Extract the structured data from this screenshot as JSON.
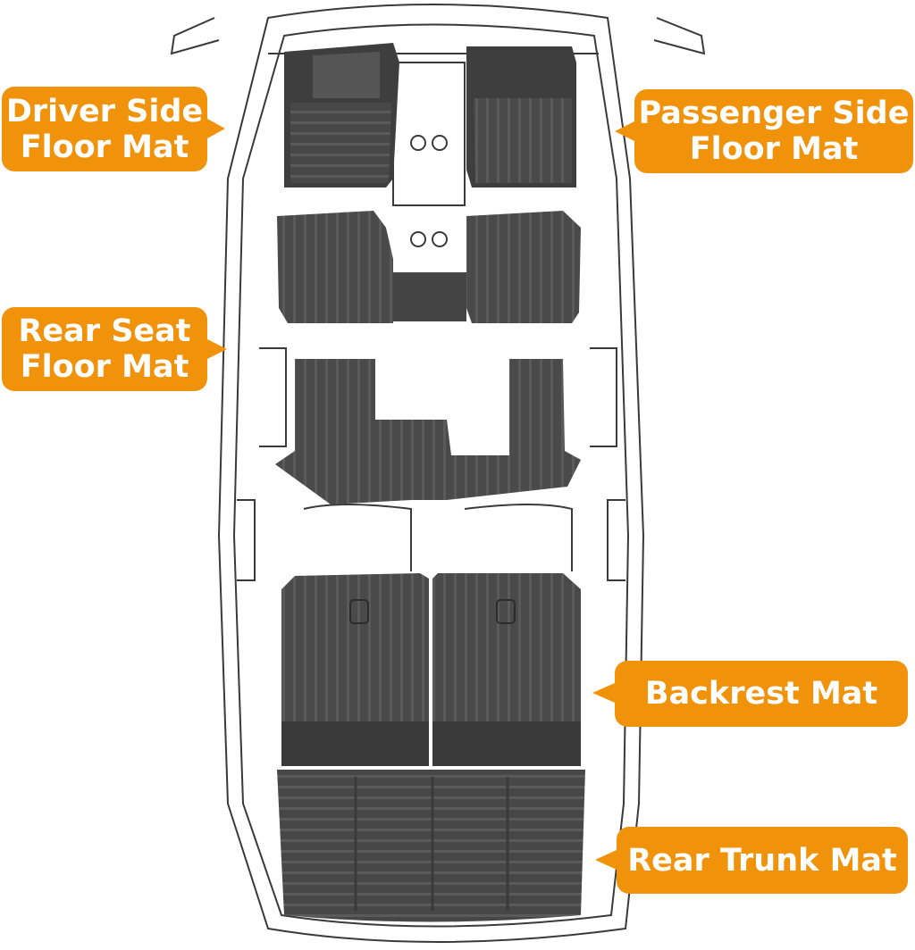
{
  "colors": {
    "callout": "#F0920A",
    "mat": "#4a4a4a",
    "mat_dark": "#353535",
    "mat_rib": "#5d5d5d",
    "outline": "#3a3a3a"
  },
  "callouts": {
    "driver": {
      "line1": "Driver Side",
      "line2": "Floor Mat"
    },
    "passenger": {
      "line1": "Passenger Side",
      "line2": "Floor Mat"
    },
    "rear_seat": {
      "line1": "Rear Seat",
      "line2": "Floor Mat"
    },
    "backrest": {
      "line1": "Backrest Mat"
    },
    "trunk": {
      "line1": "Rear Trunk Mat"
    }
  }
}
